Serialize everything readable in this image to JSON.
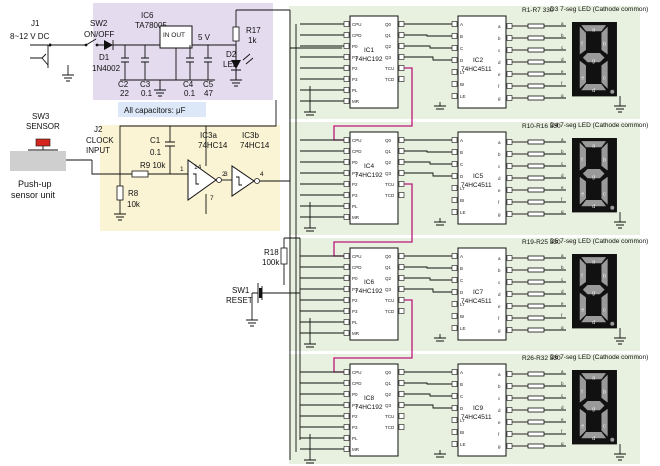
{
  "power": {
    "j1": "J1",
    "vin": "8~12 V DC",
    "sw2": "SW2",
    "sw2_sub": "ON/OFF",
    "d1": "D1",
    "d1_part": "1N4002",
    "ic6": "IC6",
    "ic6_part": "TA78005",
    "ic6_pins": "IN OUT",
    "v5": "5 V",
    "c2": "C2",
    "c2_v": "22",
    "c3": "C3",
    "c3_v": "0.1",
    "c4": "C4",
    "c4_v": "0.1",
    "c5": "C5",
    "c5_v": "47",
    "r17": "R17",
    "r17_v": "1k",
    "d2": "D2",
    "d2_sub": "LED",
    "caps_note": "All capacitors: μF"
  },
  "input": {
    "sw3": "SW3",
    "sw3_sub": "SENSOR",
    "pushup1": "Push-up",
    "pushup2": "sensor unit",
    "j2": "J2",
    "j2_sub1": "CLOCK",
    "j2_sub2": "INPUT",
    "c1": "C1",
    "c1_v": "0.1",
    "r9": "R9 10k",
    "r8": "R8",
    "r8_v": "10k",
    "ic3a": "IC3a",
    "ic3a_part": "74HC14",
    "ic3b": "IC3b",
    "ic3b_part": "74HC14",
    "pin14": "14",
    "pin1": "1",
    "pin2": "2",
    "pin3": "3",
    "pin4": "4",
    "pin7": "7"
  },
  "reset": {
    "r18": "R18",
    "r18_v": "100k",
    "sw1": "SW1",
    "sw1_sub": "RESET"
  },
  "counter_pins": [
    "CPU",
    "CPD",
    "P0",
    "P1",
    "P2",
    "P3",
    "PL",
    "MR"
  ],
  "counter_pins_right": [
    "Q0",
    "Q1",
    "Q2",
    "Q3",
    "TCU",
    "TCD"
  ],
  "decoder_pins": [
    "A",
    "B",
    "C",
    "D",
    "LT",
    "BI",
    "LE"
  ],
  "decoder_pins_right": [
    "a",
    "b",
    "c",
    "d",
    "e",
    "f",
    "g"
  ],
  "segments": [
    "a",
    "b",
    "c",
    "d",
    "e",
    "f",
    "g"
  ],
  "stages": [
    {
      "counter": "IC1",
      "counter_part": "74HC192",
      "decoder": "IC2",
      "decoder_part": "74HC4511",
      "res": "R1-R7 330",
      "disp": "D3 7-seg LED (Cathode common)"
    },
    {
      "counter": "IC4",
      "counter_part": "74HC192",
      "decoder": "IC5",
      "decoder_part": "74HC4511",
      "res": "R10-R16 330",
      "disp": "D4 7-seg LED (Cathode common)"
    },
    {
      "counter": "IC6",
      "counter_part": "74HC192",
      "decoder": "IC7",
      "decoder_part": "74HC4511",
      "res": "R19-R25 330",
      "disp": "D5 7-seg LED (Cathode common)"
    },
    {
      "counter": "IC8",
      "counter_part": "74HC192",
      "decoder": "IC9",
      "decoder_part": "74HC4511",
      "res": "R26-R32 330",
      "disp": "D6 7-seg LED (Cathode common)"
    }
  ]
}
